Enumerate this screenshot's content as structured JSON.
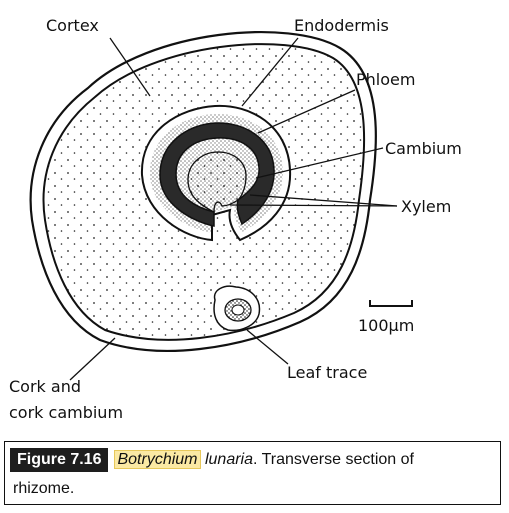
{
  "diagram": {
    "labels": {
      "cortex": "Cortex",
      "endodermis": "Endodermis",
      "phloem": "Phloem",
      "cambium": "Cambium",
      "xylem": "Xylem",
      "scale": "100μm",
      "leaf_trace": "Leaf trace",
      "cork_line1": "Cork and",
      "cork_line2": "cork cambium"
    }
  },
  "caption": {
    "figure_label": "Figure 7.16",
    "genus": "Botrychium",
    "species": " lunaria",
    "text_line1": ". Transverse section of",
    "text_line2": "rhizome."
  },
  "colors": {
    "caption_label_bg": "#1e1e1e",
    "genus_highlight": "#fbe9a4",
    "ink": "#111111"
  }
}
